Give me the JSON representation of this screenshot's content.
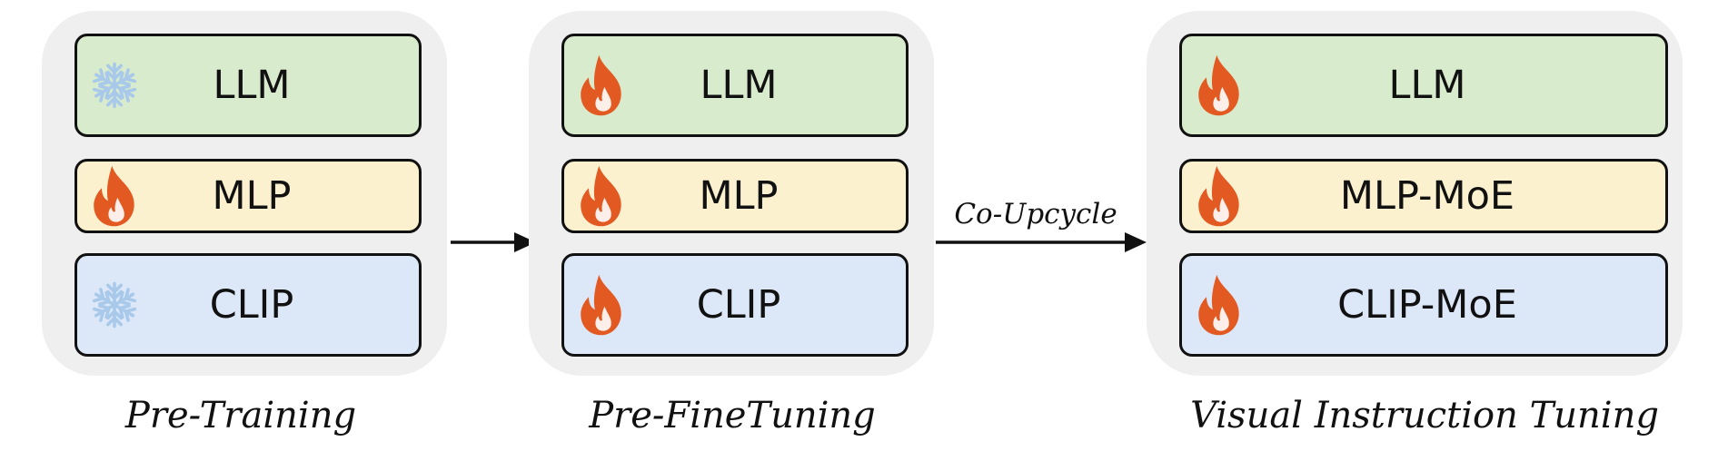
{
  "colors": {
    "llm_fill": "#d8ebcc",
    "mlp_fill": "#fbf1cf",
    "clip_fill": "#dce7f8",
    "panel_fill": "#efefef",
    "flame": "#e25a22",
    "snowflake": "#a9c9ea",
    "border": "#111111"
  },
  "stages": [
    {
      "caption": "Pre-Training",
      "blocks": [
        {
          "label": "LLM",
          "icon": "snowflake-icon",
          "frozen": true
        },
        {
          "label": "MLP",
          "icon": "flame-icon",
          "frozen": false
        },
        {
          "label": "CLIP",
          "icon": "snowflake-icon",
          "frozen": true
        }
      ]
    },
    {
      "caption": "Pre-FineTuning",
      "blocks": [
        {
          "label": "LLM",
          "icon": "flame-icon",
          "frozen": false
        },
        {
          "label": "MLP",
          "icon": "flame-icon",
          "frozen": false
        },
        {
          "label": "CLIP",
          "icon": "flame-icon",
          "frozen": false
        }
      ]
    },
    {
      "caption": "Visual Instruction Tuning",
      "blocks": [
        {
          "label": "LLM",
          "icon": "flame-icon",
          "frozen": false
        },
        {
          "label": "MLP-MoE",
          "icon": "flame-icon",
          "frozen": false
        },
        {
          "label": "CLIP-MoE",
          "icon": "flame-icon",
          "frozen": false
        }
      ]
    }
  ],
  "arrows": [
    {
      "label": ""
    },
    {
      "label": "Co-Upcycle"
    }
  ]
}
